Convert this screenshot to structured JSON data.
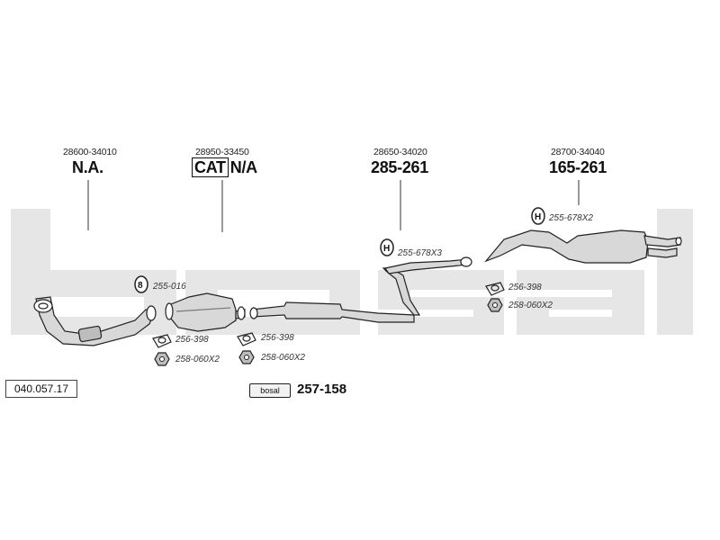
{
  "sections": [
    {
      "part_no": "28600-34010",
      "value": "N.A."
    },
    {
      "part_no": "28950-33450",
      "cat": "CAT",
      "value": "N/A"
    },
    {
      "part_no": "28650-34020",
      "value": "285-261"
    },
    {
      "part_no": "28700-34040",
      "value": "165-261"
    }
  ],
  "parts": {
    "hanger_front": "255-016",
    "gasket_a": "256-398",
    "nut_a": "258-060X2",
    "gasket_b": "256-398",
    "nut_b": "258-060X2",
    "hanger_mid": "255-678X3",
    "hanger_rear": "255-678X2",
    "gasket_c": "256-398",
    "nut_c": "258-060X2"
  },
  "reference": "040.057.17",
  "kit": {
    "logo": "bosal",
    "number": "257-158"
  },
  "watermark_text": "bosal",
  "colors": {
    "line": "#222222",
    "part_fill": "#d8d8d8",
    "watermark": "#e6e6e6"
  }
}
